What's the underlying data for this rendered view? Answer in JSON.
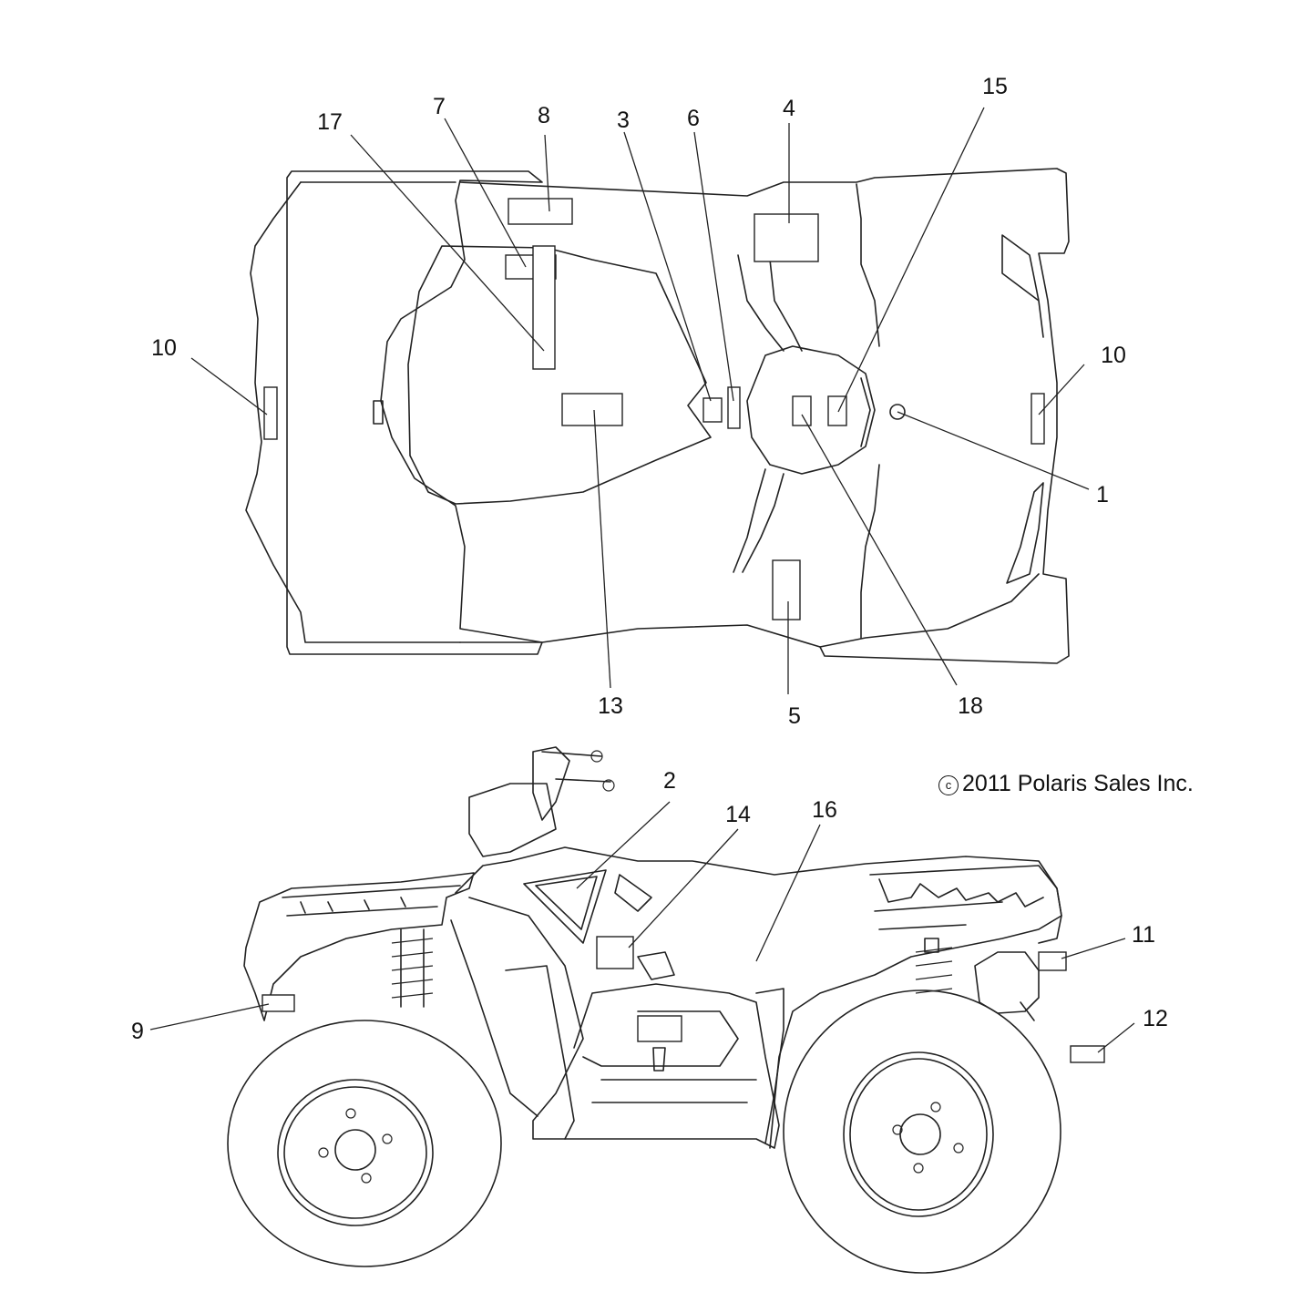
{
  "callouts_top": [
    "17",
    "7",
    "8",
    "3",
    "6",
    "4",
    "15",
    "10",
    "10",
    "1",
    "13",
    "5",
    "18"
  ],
  "callouts_side": [
    "2",
    "14",
    "16",
    "11",
    "12",
    "9"
  ],
  "copyright": {
    "symbol": "c",
    "text": "2011 Polaris Sales Inc."
  }
}
